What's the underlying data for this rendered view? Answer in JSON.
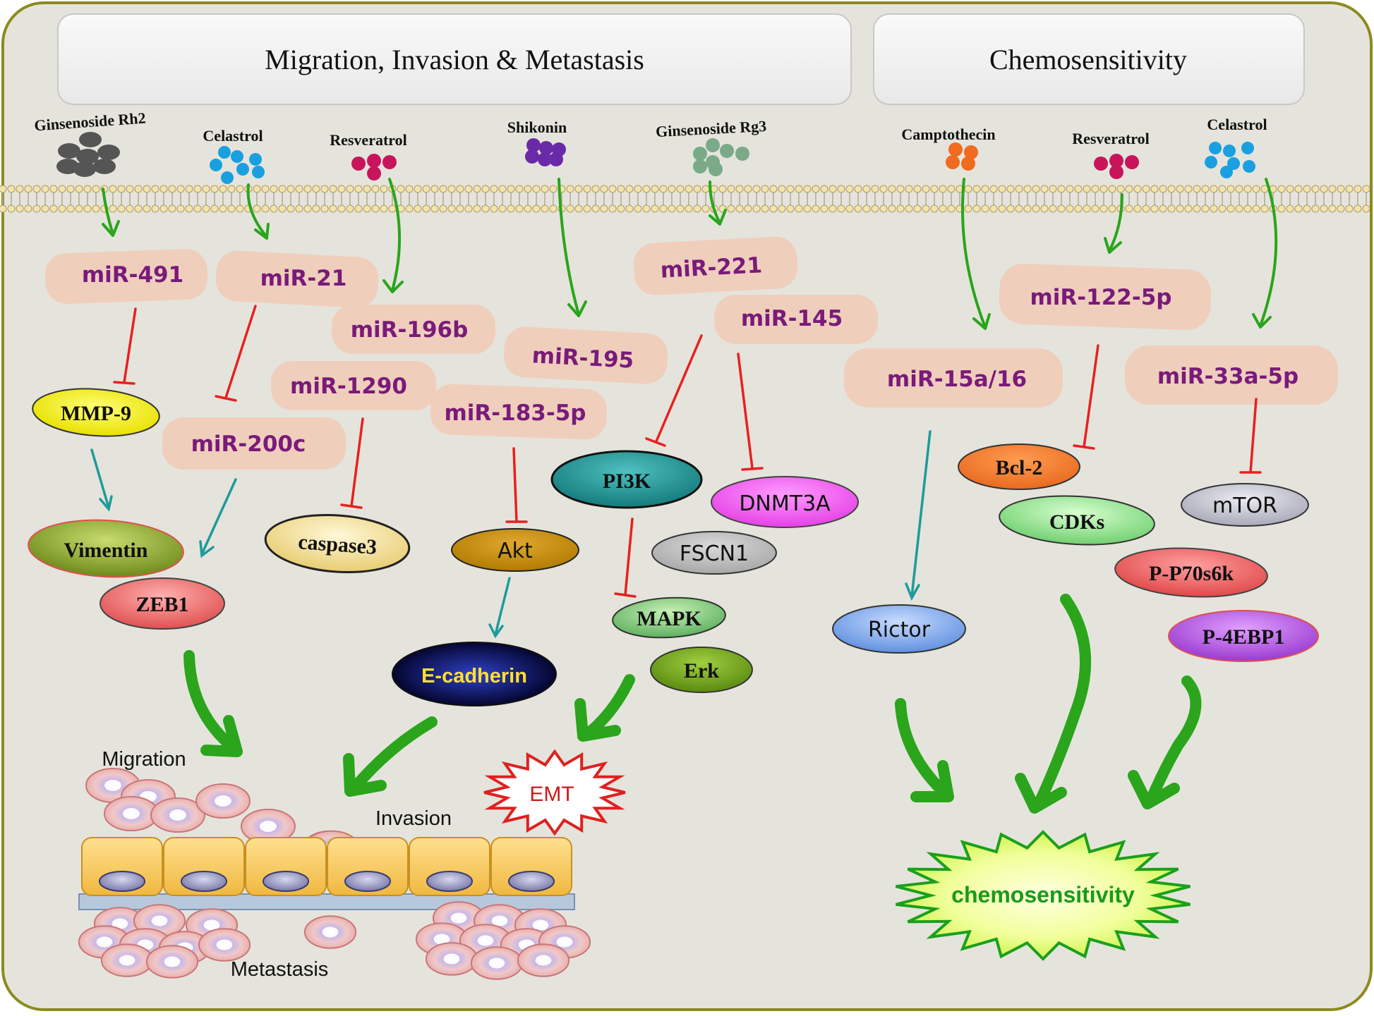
{
  "sections": {
    "left_title": "Migration, Invasion & Metastasis",
    "right_title": "Chemosensitivity"
  },
  "drugs": {
    "rh2": "Ginsenoside Rh2",
    "celastrol_left": "Celastrol",
    "resveratrol_left": "Resveratrol",
    "shikonin": "Shikonin",
    "rg3": "Ginsenoside Rg3",
    "camptothecin": "Camptothecin",
    "resveratrol_right": "Resveratrol",
    "celastrol_right": "Celastrol"
  },
  "mirnas": {
    "mir491": "miR-491",
    "mir21": "miR-21",
    "mir196b": "miR-196b",
    "mir1290": "miR-1290",
    "mir200c": "miR-200c",
    "mir195": "miR-195",
    "mir1835p": "miR-183-5p",
    "mir221": "miR-221",
    "mir145": "miR-145",
    "mir15a16": "miR-15a/16",
    "mir1225p": "miR-122-5p",
    "mir33a5p": "miR-33a-5p"
  },
  "proteins": {
    "mmp9": "MMP-9",
    "vimentin": "Vimentin",
    "zeb1": "ZEB1",
    "caspase3": "caspase3",
    "akt": "Akt",
    "ecadherin": "E-cadherin",
    "pi3k": "PI3K",
    "dnmt3a": "DNMT3A",
    "fscn1": "FSCN1",
    "mapk": "MAPK",
    "erk": "Erk",
    "rictor": "Rictor",
    "bcl2": "Bcl-2",
    "cdks": "CDKs",
    "mtor": "mTOR",
    "pp70s6k": "P-P70s6k",
    "p4ebp1": "P-4EBP1"
  },
  "outcomes": {
    "migration": "Migration",
    "invasion": "Invasion",
    "metastasis": "Metastasis",
    "emt": "EMT",
    "chemosensitivity": "chemosensitivity"
  },
  "colors": {
    "panel_bg": "#e5e4dc",
    "panel_border": "#8c8a1c",
    "mirna_fill": "#efcfbc",
    "activation_arrow": "#2aa51c",
    "inhibition": "#e82020",
    "downstream_arrow": "#1f9a9a"
  }
}
